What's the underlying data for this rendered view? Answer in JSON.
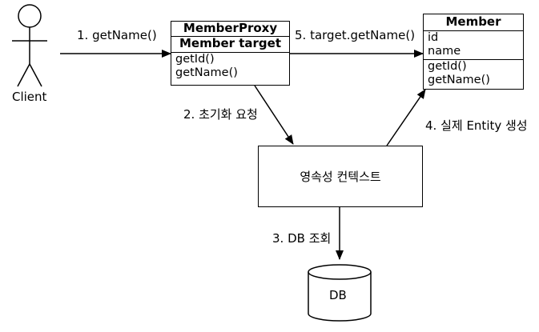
{
  "actor": {
    "label": "Client"
  },
  "proxy_class": {
    "title": "MemberProxy",
    "field": "Member target",
    "methods": [
      "getId()",
      "getName()"
    ]
  },
  "member_class": {
    "title": "Member",
    "fields": [
      "id",
      "name"
    ],
    "methods": [
      "getId()",
      "getName()"
    ]
  },
  "context": {
    "label": "영속성 컨텍스트"
  },
  "database": {
    "label": "DB"
  },
  "arrows": {
    "step1": "1. getName()",
    "step2": "2. 초기화 요청",
    "step3": "3. DB 조회",
    "step4": "4. 실제 Entity 생성",
    "step5": "5. target.getName()"
  }
}
